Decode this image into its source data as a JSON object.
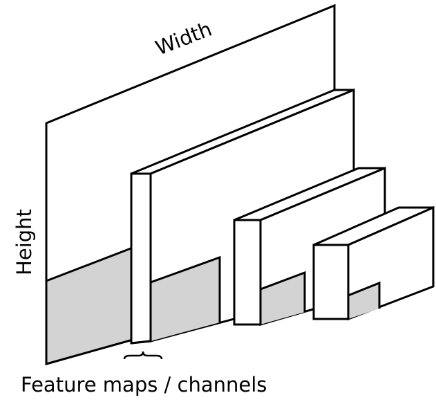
{
  "labels": {
    "width": "Width",
    "height": "Height",
    "feature_maps": "Feature maps / channels"
  },
  "colors": {
    "stroke": "#000000",
    "fill": "#ffffff",
    "shade": "#d3d3d3"
  }
}
